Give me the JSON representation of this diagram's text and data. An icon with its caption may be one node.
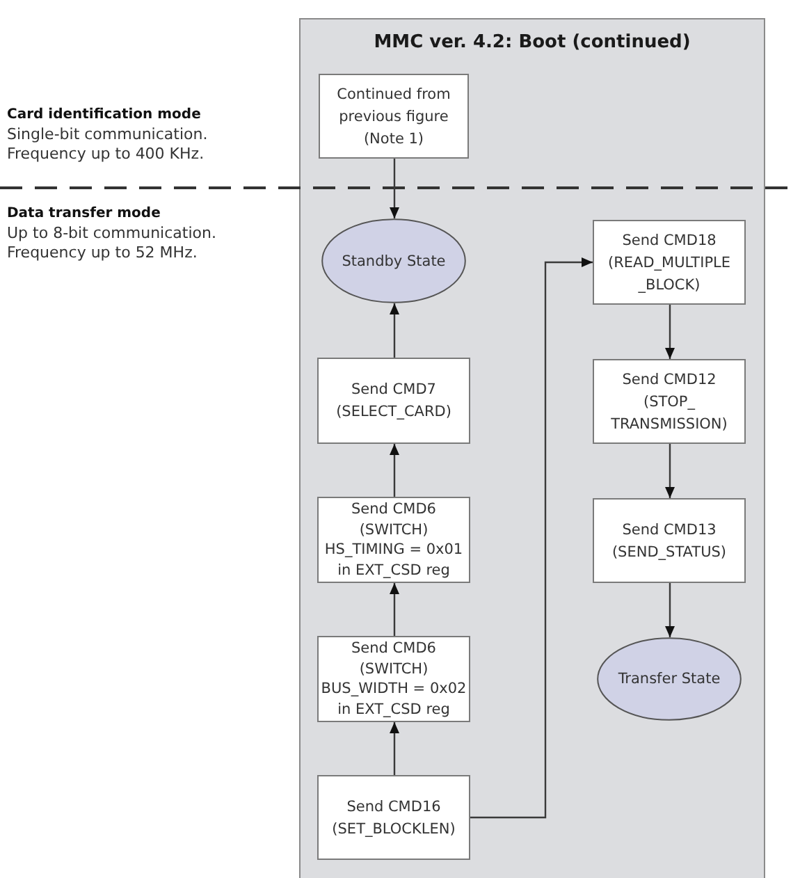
{
  "diagram": {
    "nodes": [
      {
        "text": [
          "MMC ver. 4.2: Boot (continued)"
        ]
      },
      {
        "text": [
          "Continued from previous figure (Note 1)"
        ],
        "in": 0
      },
      {
        "text": [
          "Standby State"
        ],
        "in": 0
      },
      {
        "text": [
          "Send CMD7 (SELECT_CARD)"
        ],
        "in": 0
      },
      {
        "text": [
          "Send CMD6 (SWITCH) HS_TIMING = 0x01 in EXT_CSD reg"
        ],
        "in": 0
      },
      {
        "text": [
          "Send CMD6 (SWITCH) BUS_WIDTH = 0x02 in EXT_CSD reg"
        ],
        "in": 0
      },
      {
        "text": [
          "Send CMD16 (SET_BLOCKLEN)"
        ],
        "in": 0
      },
      {
        "text": [
          "Send CMD18 (READ_MULTIPLE _BLOCK)"
        ],
        "in": 0
      },
      {
        "text": [
          "Send CMD12 (STOP_ TRANSMISSION)"
        ],
        "in": 0
      },
      {
        "text": [
          "Send CMD13 (SEND_STATUS)"
        ],
        "in": 0
      },
      {
        "text": [
          "Transfer State"
        ],
        "in": 0
      }
    ],
    "edges": [
      {
        "from": 1,
        "to": 2,
        "arrow": "to"
      },
      {
        "from": 3,
        "to": 2,
        "arrow": "to"
      },
      {
        "from": 4,
        "to": 3,
        "arrow": "to"
      },
      {
        "from": 5,
        "to": 4,
        "arrow": "to"
      },
      {
        "from": 6,
        "to": 5,
        "arrow": "to"
      },
      {
        "from": 6,
        "to": 7,
        "arrow": "to"
      },
      {
        "from": 7,
        "to": 8,
        "arrow": "to"
      },
      {
        "from": 8,
        "to": 9,
        "arrow": "to"
      },
      {
        "from": 9,
        "to": 10,
        "arrow": "to"
      }
    ],
    "labels": [
      "Card identification mode",
      "Single-bit communication.",
      "Frequency up to 400 KHz.",
      "Data transfer mode",
      "Up to 8-bit communication.",
      "Frequency up to 52 MHz."
    ]
  }
}
